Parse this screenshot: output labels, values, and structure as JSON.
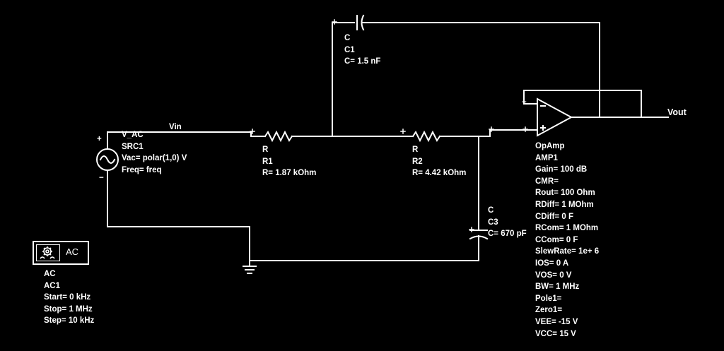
{
  "colors": {
    "background": "#000000",
    "wire": "#ffffff"
  },
  "nets": {
    "vin": "Vin",
    "vout": "Vout"
  },
  "source": {
    "lines": [
      "V_AC",
      "SRC1",
      "Vac= polar(1,0) V",
      "Freq= freq"
    ],
    "plus": "+",
    "minus": "−"
  },
  "c1": {
    "lines": [
      "C",
      "C1",
      "C= 1.5 nF"
    ]
  },
  "r1": {
    "lines": [
      "R",
      "R1",
      "R= 1.87 kOhm"
    ]
  },
  "r2": {
    "lines": [
      "R",
      "R2",
      "R= 4.42 kOhm"
    ]
  },
  "c3": {
    "lines": [
      "C",
      "C3",
      "C= 670 pF"
    ]
  },
  "opamp": {
    "lines": [
      "OpAmp",
      "AMP1",
      "Gain= 100 dB",
      "CMR=",
      "Rout= 100 Ohm",
      "RDiff= 1 MOhm",
      "CDiff= 0 F",
      "RCom= 1 MOhm",
      "CCom= 0 F",
      "SlewRate= 1e+ 6",
      "IOS= 0 A",
      "VOS= 0 V",
      "BW= 1 MHz",
      "Pole1=",
      "Zero1=",
      "VEE= -15 V",
      "VCC= 15 V"
    ],
    "minus": "−",
    "plus": "+"
  },
  "sim": {
    "icon_text": "AC",
    "icon": "ac-simulation-gear-icon",
    "lines": [
      "AC",
      "AC1",
      "Start= 0 kHz",
      "Stop= 1 MHz",
      "Step= 10 kHz"
    ]
  }
}
